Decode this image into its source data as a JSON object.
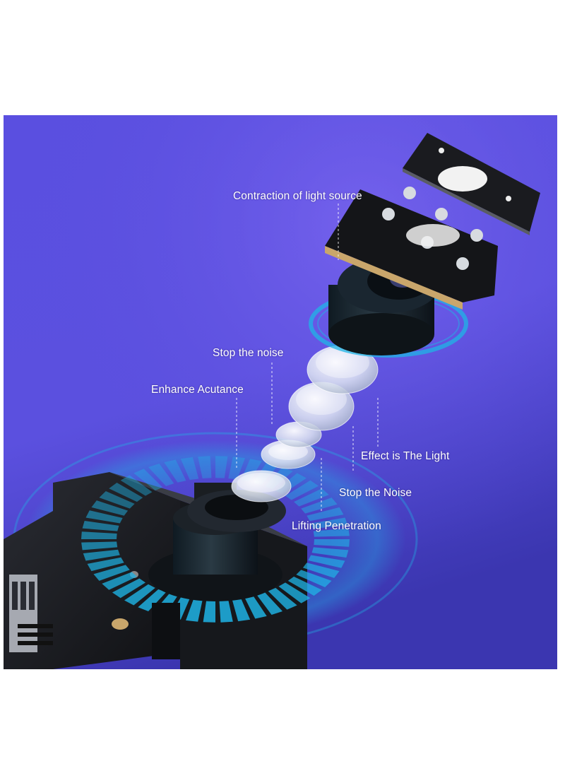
{
  "labels": {
    "contraction": "Contraction of light source",
    "stop_noise_lower": "Stop the noise",
    "enhance": "Enhance Acutance",
    "effect": "Effect is The Light",
    "stop_noise_upper": "Stop the Noise",
    "lifting": "Lifting Penetration"
  },
  "colors": {
    "background_top": "#6a57e8",
    "background_bottom": "#3f3ab8",
    "accent_ring": "#1fb4e6",
    "body_dark": "#1b1d22"
  },
  "icons": {
    "top_plate": "mounting-plate-icon",
    "led_board": "led-board-icon",
    "lens_barrel": "lens-barrel-icon",
    "sensor_body": "sensor-body-icon"
  }
}
